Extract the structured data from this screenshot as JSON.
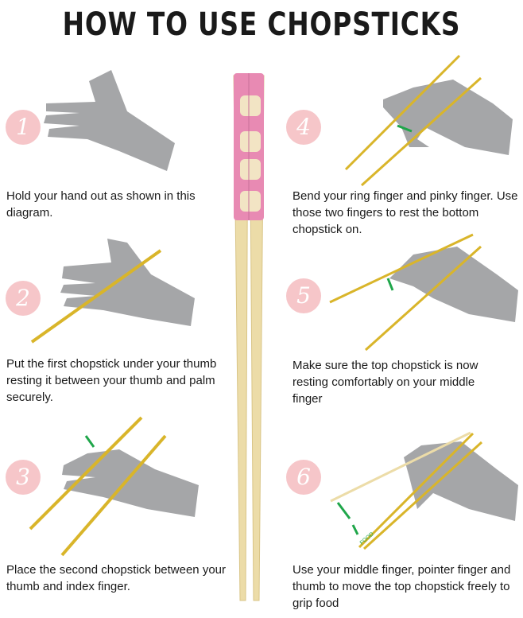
{
  "title": "HOW TO USE CHOPSTICKS",
  "steps": [
    {
      "number": "1",
      "text": "Hold your hand out as shown in this diagram."
    },
    {
      "number": "2",
      "text": "Put the first chopstick under your thumb resting it between your thumb and palm securely."
    },
    {
      "number": "3",
      "text": "Place the second chopstick between your thumb and index finger."
    },
    {
      "number": "4",
      "text": "Bend your ring finger and pinky finger. Use those two fingers to rest the bottom chopstick on."
    },
    {
      "number": "5",
      "text": "Make sure the top chopstick is now resting comfortably on  your middle finger"
    },
    {
      "number": "6",
      "text": "Use your middle finger, pointer finger and thumb to move the top chopstick freely to grip food"
    }
  ],
  "food_label": "FOOD",
  "colors": {
    "hand": "#a5a6a8",
    "chopstick": "#d9b52a",
    "circle": "#f6c6c9",
    "arrow": "#1fa64a",
    "pink": "#e88ab3",
    "wood": "#ecdca8"
  }
}
